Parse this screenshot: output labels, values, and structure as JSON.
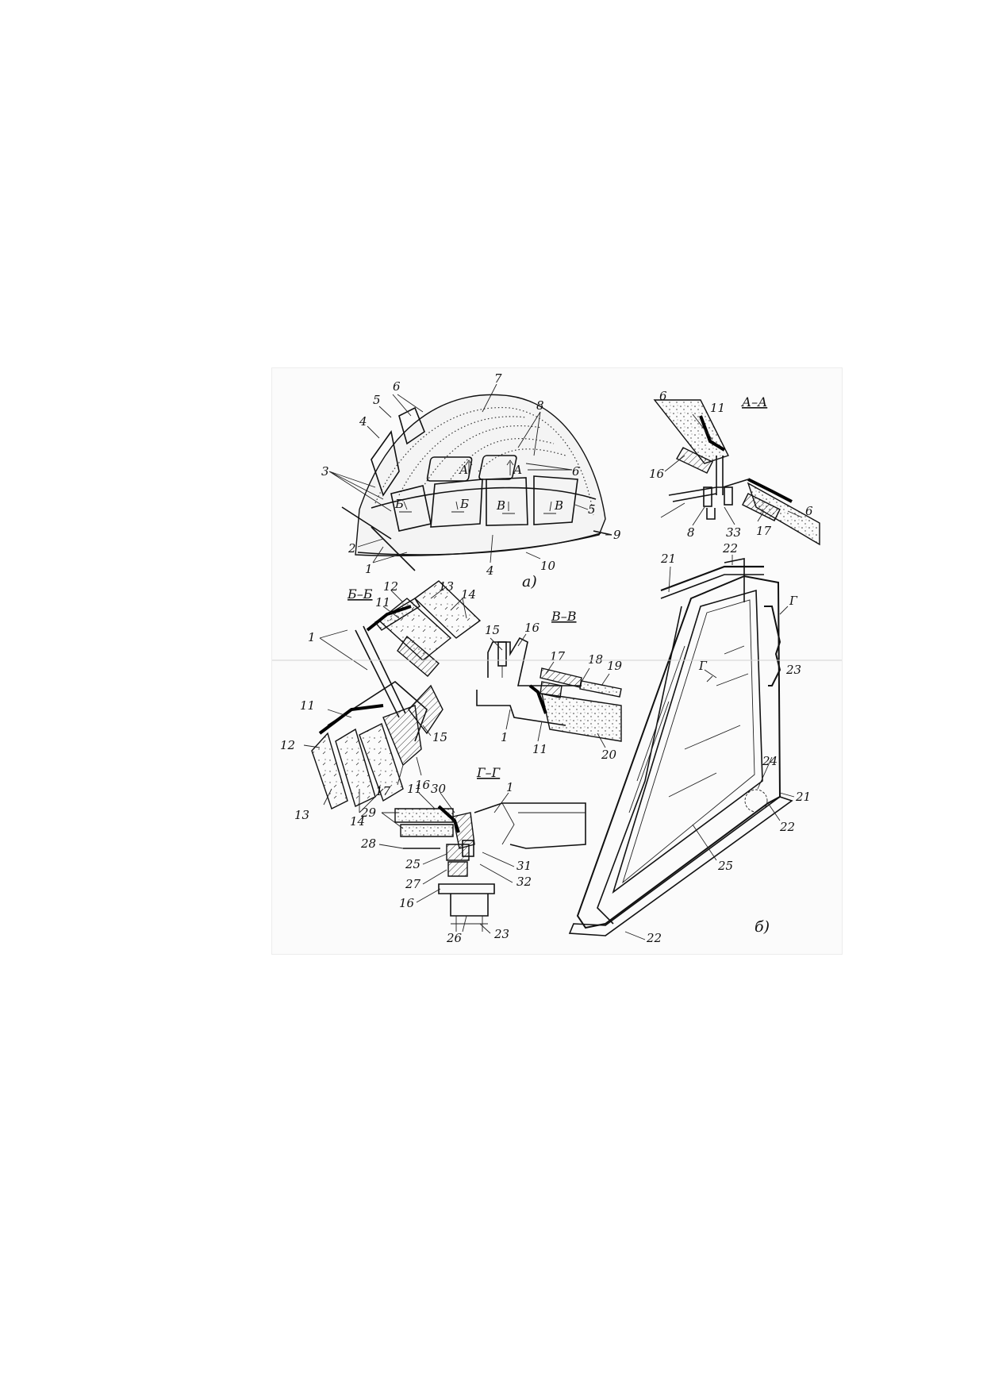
{
  "view_a": {
    "labels": [
      "1",
      "2",
      "3",
      "4",
      "4",
      "5",
      "5",
      "6",
      "6",
      "7",
      "8",
      "9",
      "10"
    ],
    "section_marks": [
      "А",
      "А",
      "Б",
      "Б",
      "В",
      "В"
    ],
    "caption": "а)"
  },
  "section_aa": {
    "title": "А–А",
    "labels": [
      "6",
      "6",
      "11",
      "16",
      "8",
      "33",
      "17"
    ]
  },
  "section_bb": {
    "title": "Б–Б",
    "labels": [
      "1",
      "11",
      "11",
      "12",
      "12",
      "13",
      "13",
      "14",
      "14",
      "15",
      "16",
      "17"
    ]
  },
  "section_vv": {
    "title": "В–В",
    "labels": [
      "15",
      "16",
      "17",
      "18",
      "19",
      "1",
      "11",
      "20"
    ]
  },
  "section_gg": {
    "title": "Г–Г",
    "labels": [
      "11",
      "30",
      "1",
      "29",
      "28",
      "25",
      "27",
      "16",
      "26",
      "31",
      "32",
      "23"
    ]
  },
  "view_b": {
    "labels": [
      "22",
      "21",
      "23",
      "24",
      "21",
      "22",
      "25",
      "22"
    ],
    "section_marks": [
      "Г",
      "Г"
    ],
    "caption": "б)"
  },
  "colors": {
    "ink": "#111111",
    "paper": "#fbfbfb"
  }
}
